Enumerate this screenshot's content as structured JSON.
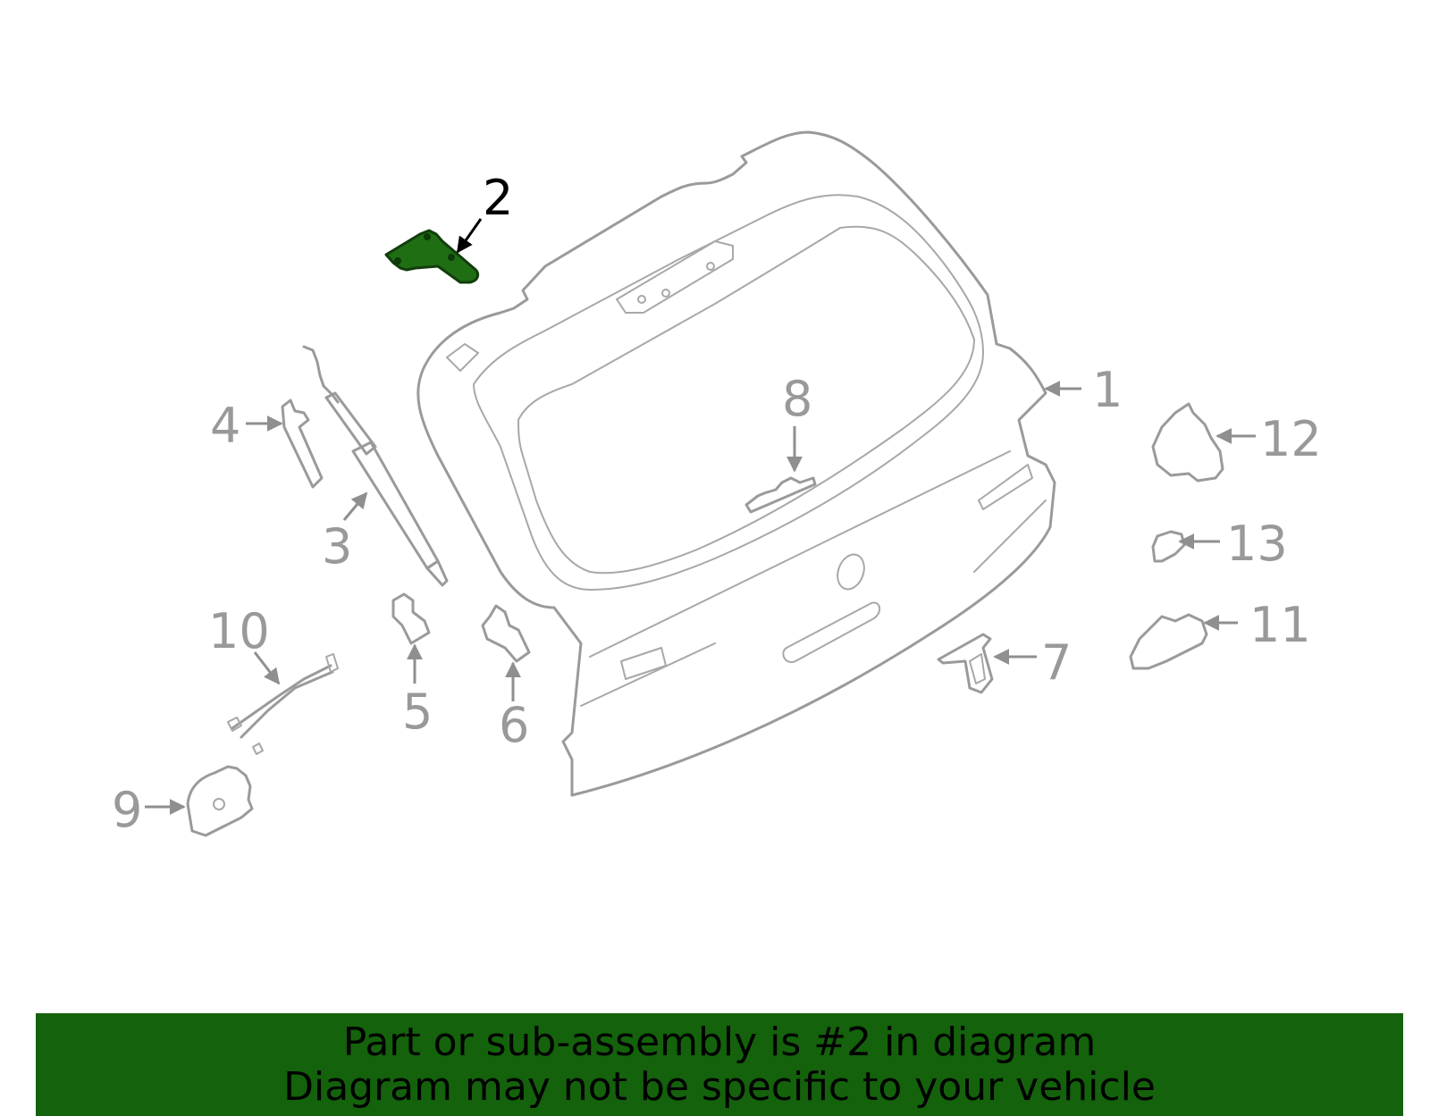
{
  "callouts": {
    "c1": "1",
    "c2": "2",
    "c3": "3",
    "c4": "4",
    "c5": "5",
    "c6": "6",
    "c7": "7",
    "c8": "8",
    "c9": "9",
    "c10": "10",
    "c11": "11",
    "c12": "12",
    "c13": "13"
  },
  "highlight": {
    "part": "2",
    "color": "#1f6e14"
  },
  "banner": {
    "line1": "Part or sub-assembly is #2 in diagram",
    "line2": "Diagram may not be specific to your vehicle",
    "background": "#14620c"
  }
}
